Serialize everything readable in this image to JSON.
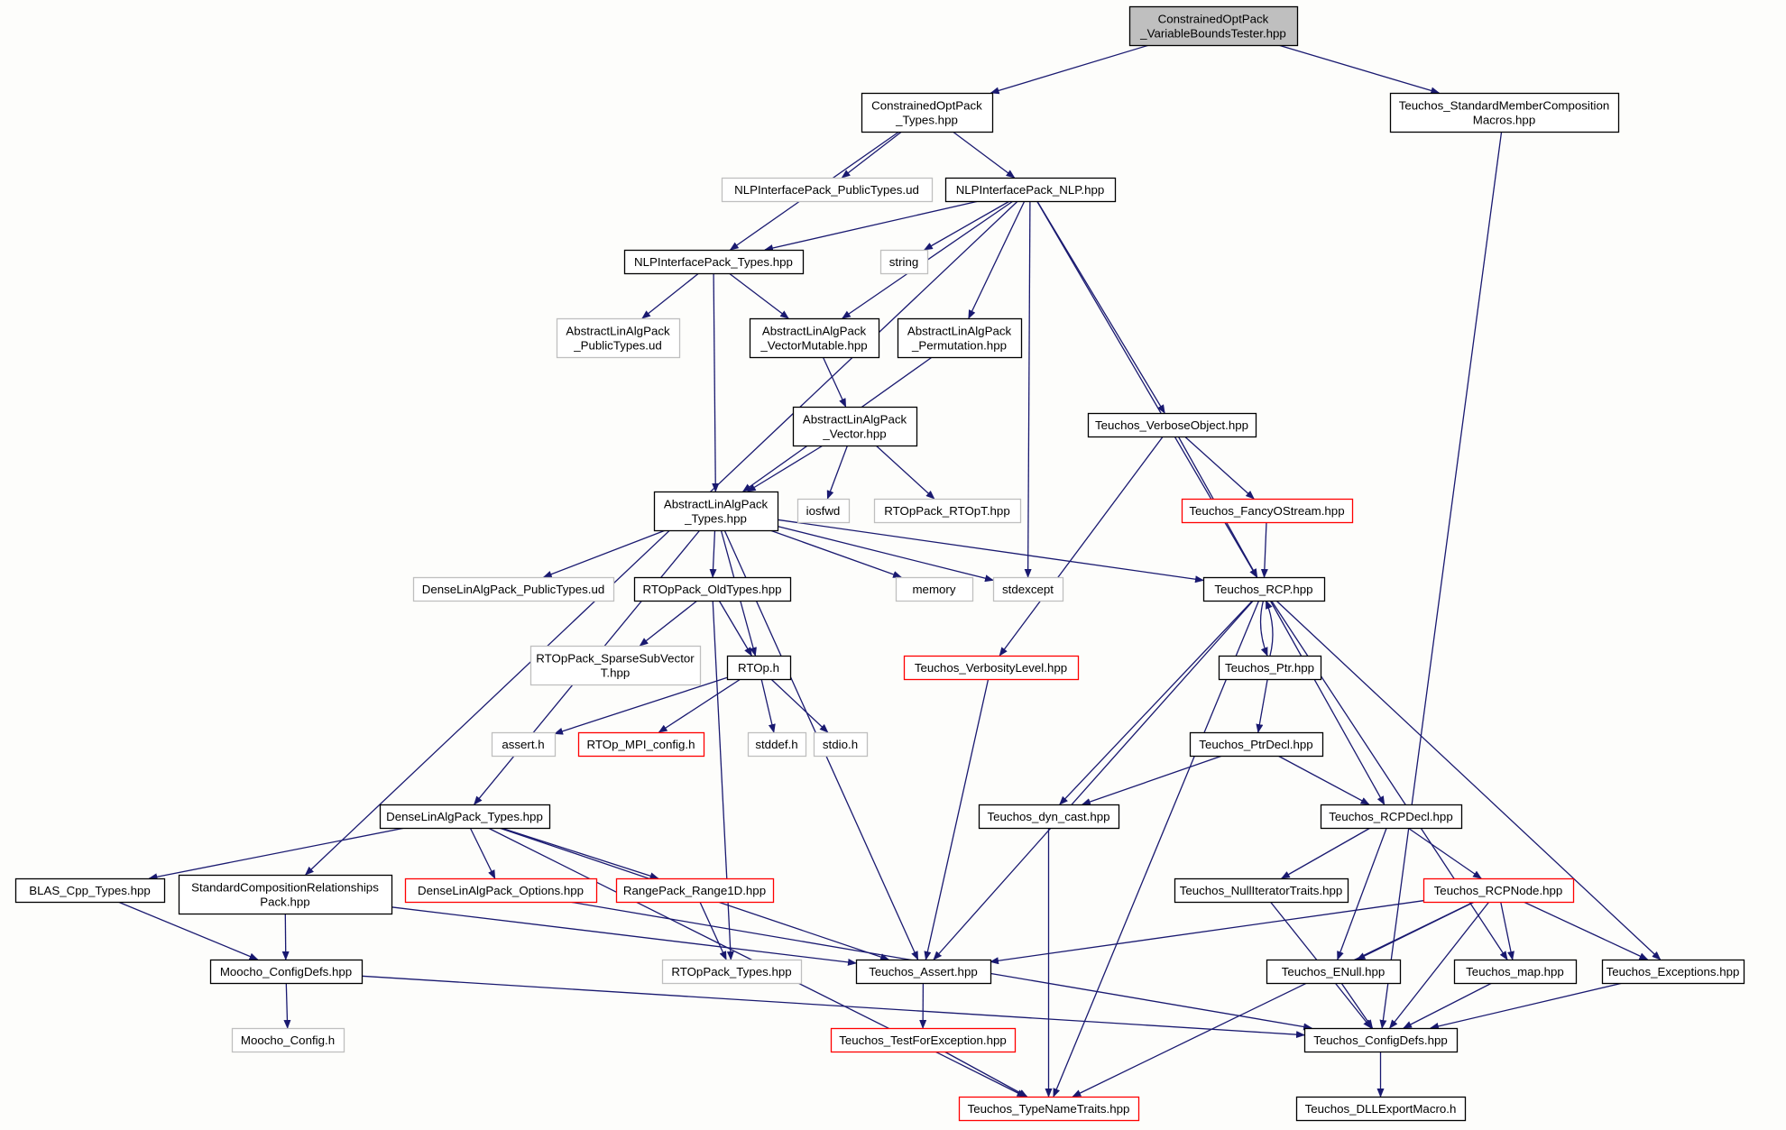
{
  "colors": {
    "edge": "#191970",
    "box_documented": "#000000",
    "box_undocumented": "#bfbfbf",
    "box_truncated": "#ff0000",
    "box_root_fill": "#bfbfbf",
    "background": "#fdfdfb"
  },
  "nodes": [
    {
      "id": "n_root",
      "lines": [
        "ConstrainedOptPack",
        "_VariableBoundsTester.hpp"
      ],
      "style": "root"
    },
    {
      "id": "n_types",
      "lines": [
        "ConstrainedOptPack",
        "_Types.hpp"
      ],
      "style": "documented"
    },
    {
      "id": "n_stdmember",
      "lines": [
        "Teuchos_StandardMemberComposition",
        "Macros.hpp"
      ],
      "style": "documented"
    },
    {
      "id": "n_nlp_pubtypes",
      "lines": [
        "NLPInterfacePack_PublicTypes.ud"
      ],
      "style": "undocumented"
    },
    {
      "id": "n_nlp",
      "lines": [
        "NLPInterfacePack_NLP.hpp"
      ],
      "style": "documented"
    },
    {
      "id": "n_nlp_types",
      "lines": [
        "NLPInterfacePack_Types.hpp"
      ],
      "style": "documented"
    },
    {
      "id": "n_string",
      "lines": [
        "string"
      ],
      "style": "undocumented"
    },
    {
      "id": "n_ala_pub",
      "lines": [
        "AbstractLinAlgPack",
        "_PublicTypes.ud"
      ],
      "style": "undocumented"
    },
    {
      "id": "n_ala_vm",
      "lines": [
        "AbstractLinAlgPack",
        "_VectorMutable.hpp"
      ],
      "style": "documented"
    },
    {
      "id": "n_ala_perm",
      "lines": [
        "AbstractLinAlgPack",
        "_Permutation.hpp"
      ],
      "style": "documented"
    },
    {
      "id": "n_ala_vec",
      "lines": [
        "AbstractLinAlgPack",
        "_Vector.hpp"
      ],
      "style": "documented"
    },
    {
      "id": "n_verbose",
      "lines": [
        "Teuchos_VerboseObject.hpp"
      ],
      "style": "documented"
    },
    {
      "id": "n_ala_types",
      "lines": [
        "AbstractLinAlgPack",
        "_Types.hpp"
      ],
      "style": "documented"
    },
    {
      "id": "n_iosfwd",
      "lines": [
        "iosfwd"
      ],
      "style": "undocumented"
    },
    {
      "id": "n_rtoptt",
      "lines": [
        "RTOpPack_RTOpT.hpp"
      ],
      "style": "undocumented"
    },
    {
      "id": "n_fancy",
      "lines": [
        "Teuchos_FancyOStream.hpp"
      ],
      "style": "truncated"
    },
    {
      "id": "n_dense_pub",
      "lines": [
        "DenseLinAlgPack_PublicTypes.ud"
      ],
      "style": "undocumented"
    },
    {
      "id": "n_rtop_old",
      "lines": [
        "RTOpPack_OldTypes.hpp"
      ],
      "style": "documented"
    },
    {
      "id": "n_memory",
      "lines": [
        "memory"
      ],
      "style": "undocumented"
    },
    {
      "id": "n_stdexcept",
      "lines": [
        "stdexcept"
      ],
      "style": "undocumented"
    },
    {
      "id": "n_rcp",
      "lines": [
        "Teuchos_RCP.hpp"
      ],
      "style": "documented"
    },
    {
      "id": "n_sparse",
      "lines": [
        "RTOpPack_SparseSubVector",
        "T.hpp"
      ],
      "style": "undocumented"
    },
    {
      "id": "n_rtoph",
      "lines": [
        "RTOp.h"
      ],
      "style": "documented"
    },
    {
      "id": "n_verbosity",
      "lines": [
        "Teuchos_VerbosityLevel.hpp"
      ],
      "style": "truncated"
    },
    {
      "id": "n_ptr",
      "lines": [
        "Teuchos_Ptr.hpp"
      ],
      "style": "documented"
    },
    {
      "id": "n_asserth",
      "lines": [
        "assert.h"
      ],
      "style": "undocumented"
    },
    {
      "id": "n_mpiconfig",
      "lines": [
        "RTOp_MPI_config.h"
      ],
      "style": "truncated"
    },
    {
      "id": "n_stddef",
      "lines": [
        "stddef.h"
      ],
      "style": "undocumented"
    },
    {
      "id": "n_stdio",
      "lines": [
        "stdio.h"
      ],
      "style": "undocumented"
    },
    {
      "id": "n_ptrdecl",
      "lines": [
        "Teuchos_PtrDecl.hpp"
      ],
      "style": "documented"
    },
    {
      "id": "n_dense_types",
      "lines": [
        "DenseLinAlgPack_Types.hpp"
      ],
      "style": "documented"
    },
    {
      "id": "n_dyncast",
      "lines": [
        "Teuchos_dyn_cast.hpp"
      ],
      "style": "documented"
    },
    {
      "id": "n_rcpdecl",
      "lines": [
        "Teuchos_RCPDecl.hpp"
      ],
      "style": "documented"
    },
    {
      "id": "n_blas",
      "lines": [
        "BLAS_Cpp_Types.hpp"
      ],
      "style": "documented"
    },
    {
      "id": "n_scr",
      "lines": [
        "StandardCompositionRelationships",
        "Pack.hpp"
      ],
      "style": "documented"
    },
    {
      "id": "n_dense_opts",
      "lines": [
        "DenseLinAlgPack_Options.hpp"
      ],
      "style": "truncated"
    },
    {
      "id": "n_range1d",
      "lines": [
        "RangePack_Range1D.hpp"
      ],
      "style": "truncated"
    },
    {
      "id": "n_nulliter",
      "lines": [
        "Teuchos_NullIteratorTraits.hpp"
      ],
      "style": "documented"
    },
    {
      "id": "n_rcpnode",
      "lines": [
        "Teuchos_RCPNode.hpp"
      ],
      "style": "truncated"
    },
    {
      "id": "n_moocho_cfg",
      "lines": [
        "Moocho_ConfigDefs.hpp"
      ],
      "style": "documented"
    },
    {
      "id": "n_rtop_types",
      "lines": [
        "RTOpPack_Types.hpp"
      ],
      "style": "undocumented"
    },
    {
      "id": "n_assert",
      "lines": [
        "Teuchos_Assert.hpp"
      ],
      "style": "documented"
    },
    {
      "id": "n_enull",
      "lines": [
        "Teuchos_ENull.hpp"
      ],
      "style": "documented"
    },
    {
      "id": "n_map",
      "lines": [
        "Teuchos_map.hpp"
      ],
      "style": "documented"
    },
    {
      "id": "n_exceptions",
      "lines": [
        "Teuchos_Exceptions.hpp"
      ],
      "style": "documented"
    },
    {
      "id": "n_moocho_config",
      "lines": [
        "Moocho_Config.h"
      ],
      "style": "undocumented"
    },
    {
      "id": "n_testfor",
      "lines": [
        "Teuchos_TestForException.hpp"
      ],
      "style": "truncated"
    },
    {
      "id": "n_configdefs",
      "lines": [
        "Teuchos_ConfigDefs.hpp"
      ],
      "style": "documented"
    },
    {
      "id": "n_typename",
      "lines": [
        "Teuchos_TypeNameTraits.hpp"
      ],
      "style": "truncated"
    },
    {
      "id": "n_dllexport",
      "lines": [
        "Teuchos_DLLExportMacro.h"
      ],
      "style": "documented"
    }
  ],
  "edges": [
    [
      "n_root",
      "n_types"
    ],
    [
      "n_root",
      "n_stdmember"
    ],
    [
      "n_types",
      "n_nlp_types"
    ],
    [
      "n_types",
      "n_nlp_pubtypes"
    ],
    [
      "n_types",
      "n_nlp"
    ],
    [
      "n_stdmember",
      "n_configdefs"
    ],
    [
      "n_nlp",
      "n_scr"
    ],
    [
      "n_nlp",
      "n_nlp_types"
    ],
    [
      "n_nlp",
      "n_string"
    ],
    [
      "n_nlp",
      "n_ala_vm"
    ],
    [
      "n_nlp",
      "n_ala_perm"
    ],
    [
      "n_nlp",
      "n_stdexcept"
    ],
    [
      "n_nlp",
      "n_verbose"
    ],
    [
      "n_nlp",
      "n_rcp"
    ],
    [
      "n_nlp_types",
      "n_ala_pub"
    ],
    [
      "n_nlp_types",
      "n_ala_vm"
    ],
    [
      "n_nlp_types",
      "n_ala_types"
    ],
    [
      "n_ala_vm",
      "n_ala_vec"
    ],
    [
      "n_ala_perm",
      "n_ala_types"
    ],
    [
      "n_ala_vec",
      "n_ala_types"
    ],
    [
      "n_ala_vec",
      "n_iosfwd"
    ],
    [
      "n_ala_vec",
      "n_rtoptt"
    ],
    [
      "n_verbose",
      "n_fancy"
    ],
    [
      "n_verbose",
      "n_rcp"
    ],
    [
      "n_verbose",
      "n_verbosity"
    ],
    [
      "n_fancy",
      "n_rcp"
    ],
    [
      "n_ala_types",
      "n_dense_types"
    ],
    [
      "n_ala_types",
      "n_dense_pub"
    ],
    [
      "n_ala_types",
      "n_rtop_old"
    ],
    [
      "n_ala_types",
      "n_rtoph"
    ],
    [
      "n_ala_types",
      "n_assert"
    ],
    [
      "n_ala_types",
      "n_memory"
    ],
    [
      "n_ala_types",
      "n_stdexcept"
    ],
    [
      "n_ala_types",
      "n_rcp"
    ],
    [
      "n_rtop_old",
      "n_sparse"
    ],
    [
      "n_rtop_old",
      "n_rtoph"
    ],
    [
      "n_rtop_old",
      "n_rtop_types"
    ],
    [
      "n_rtoph",
      "n_asserth"
    ],
    [
      "n_rtoph",
      "n_mpiconfig"
    ],
    [
      "n_rtoph",
      "n_stddef"
    ],
    [
      "n_rtoph",
      "n_stdio"
    ],
    [
      "n_rcp",
      "n_ptr"
    ],
    [
      "n_ptr",
      "n_rcp"
    ],
    [
      "n_rcp",
      "n_dyncast"
    ],
    [
      "n_rcp",
      "n_typename"
    ],
    [
      "n_rcp",
      "n_assert"
    ],
    [
      "n_rcp",
      "n_rcpdecl"
    ],
    [
      "n_rcp",
      "n_map"
    ],
    [
      "n_rcp",
      "n_exceptions"
    ],
    [
      "n_verbosity",
      "n_assert"
    ],
    [
      "n_ptr",
      "n_ptrdecl"
    ],
    [
      "n_ptrdecl",
      "n_dyncast"
    ],
    [
      "n_ptrdecl",
      "n_rcpdecl"
    ],
    [
      "n_dyncast",
      "n_typename"
    ],
    [
      "n_rcpdecl",
      "n_nulliter"
    ],
    [
      "n_rcpdecl",
      "n_rcpnode"
    ],
    [
      "n_rcpdecl",
      "n_enull"
    ],
    [
      "n_dense_types",
      "n_blas"
    ],
    [
      "n_dense_types",
      "n_dense_opts"
    ],
    [
      "n_dense_types",
      "n_range1d"
    ],
    [
      "n_dense_types",
      "n_assert"
    ],
    [
      "n_dense_types",
      "n_typename"
    ],
    [
      "n_blas",
      "n_moocho_cfg"
    ],
    [
      "n_scr",
      "n_moocho_cfg"
    ],
    [
      "n_scr",
      "n_assert"
    ],
    [
      "n_dense_opts",
      "n_configdefs"
    ],
    [
      "n_range1d",
      "n_rtop_types"
    ],
    [
      "n_nulliter",
      "n_configdefs"
    ],
    [
      "n_rcpnode",
      "n_assert"
    ],
    [
      "n_rcpnode",
      "n_enull"
    ],
    [
      "n_rcpnode",
      "n_map"
    ],
    [
      "n_rcpnode",
      "n_exceptions"
    ],
    [
      "n_rcpnode",
      "n_configdefs"
    ],
    [
      "n_rcpnode",
      "n_typename"
    ],
    [
      "n_moocho_cfg",
      "n_moocho_config"
    ],
    [
      "n_moocho_cfg",
      "n_configdefs"
    ],
    [
      "n_assert",
      "n_testfor"
    ],
    [
      "n_enull",
      "n_configdefs"
    ],
    [
      "n_map",
      "n_configdefs"
    ],
    [
      "n_exceptions",
      "n_configdefs"
    ],
    [
      "n_testfor",
      "n_typename"
    ],
    [
      "n_configdefs",
      "n_dllexport"
    ]
  ]
}
